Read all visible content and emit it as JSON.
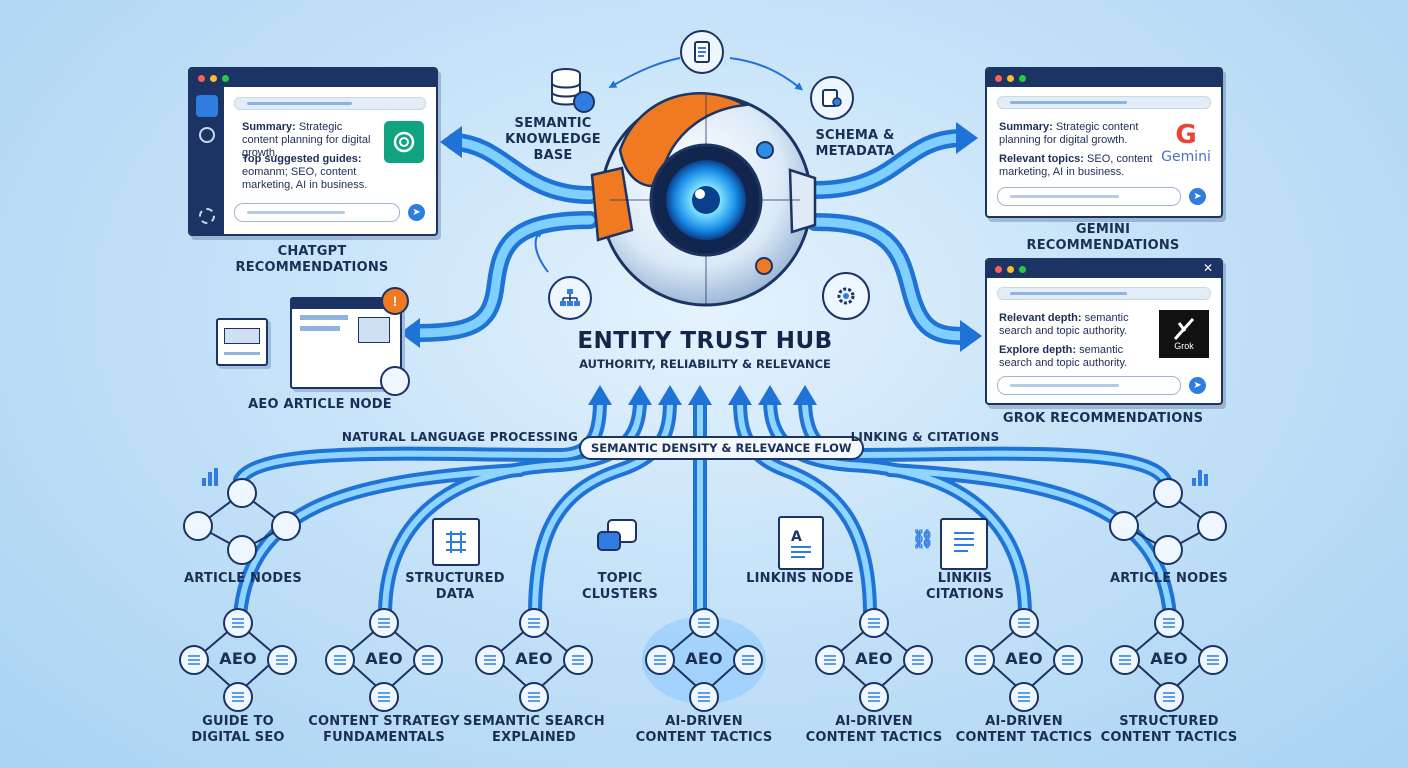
{
  "hub": {
    "title": "ENTITY TRUST HUB",
    "subtitle": "AUTHORITY, RELIABILITY & RELEVANCE",
    "semantic_kb": "SEMANTIC\nKNOWLEDGE\nBASE",
    "schema": "SCHEMA &\nMETADATA"
  },
  "chatgpt": {
    "label": "ChatGPT\nRECOMMENDATIONS",
    "summary_title": "Summary:",
    "summary_text": " Strategic content planning for digital growth.",
    "guides_title": "Top suggested guides:",
    "guides_text": " eomanm; SEO, content marketing, AI in business."
  },
  "gemini": {
    "label": "Gemini RECOMMENDATIONS",
    "summary_title": "Summary:",
    "summary_text": " Strategic content planning for digital growth.",
    "topics_title": "Relevant topics:",
    "topics_text": " SEO, content marketing, AI in business.",
    "logo_g": "G",
    "logo_text": "Gemini"
  },
  "grok": {
    "label": "Grok RECOMMENDATIONS",
    "depth1_title": "Relevant depth:",
    "depth1_text": " semantic search and topic authority.",
    "depth2_title": "Explore depth:",
    "depth2_text": " semantic search and topic authority.",
    "logo_text": "Grok"
  },
  "aeo_article": {
    "label": "AEO ARTICLE NODE",
    "alert": "!"
  },
  "flow": {
    "nlp": "NATURAL LANGUAGE PROCESSING",
    "density": "SEMANTIC DENSITY & RELEVANCE FLOW",
    "linking": "LINKING & CITATIONS"
  },
  "mid_labels": {
    "article_left": "ARTICLE NODES",
    "structured": "STRUCTURED\nDATA",
    "topic": "TOPIC\nCLUSTERS",
    "linkins": "LINKINS NODE",
    "linkiis": "LINKIIS\nCITATIONS",
    "article_right": "ARTICLE NODES"
  },
  "aeo_clusters": [
    {
      "center": "AEO",
      "label": "GUIDE TO\nDIGITAL SEO"
    },
    {
      "center": "AEO",
      "label": "CONTENT STRATEGY\nFUNDAMENTALS"
    },
    {
      "center": "AEO",
      "label": "SEMANTIC SEARCH\nEXPLAINED"
    },
    {
      "center": "AEO",
      "label": "AI-DRIVEN\nCONTENT TACTICS"
    },
    {
      "center": "AEO",
      "label": "AI-DRIVEN\nCONTENT TACTICS"
    },
    {
      "center": "AEO",
      "label": "AI-DRIVEN\nCONTENT TACTICS"
    },
    {
      "center": "AEO",
      "label": "STRUCTURED\nCONTENT TACTICS"
    }
  ],
  "colors": {
    "flow": "#2f8ff0",
    "flow_light": "#8fd0ff",
    "navy": "#1c3464",
    "orange": "#f07a22"
  }
}
